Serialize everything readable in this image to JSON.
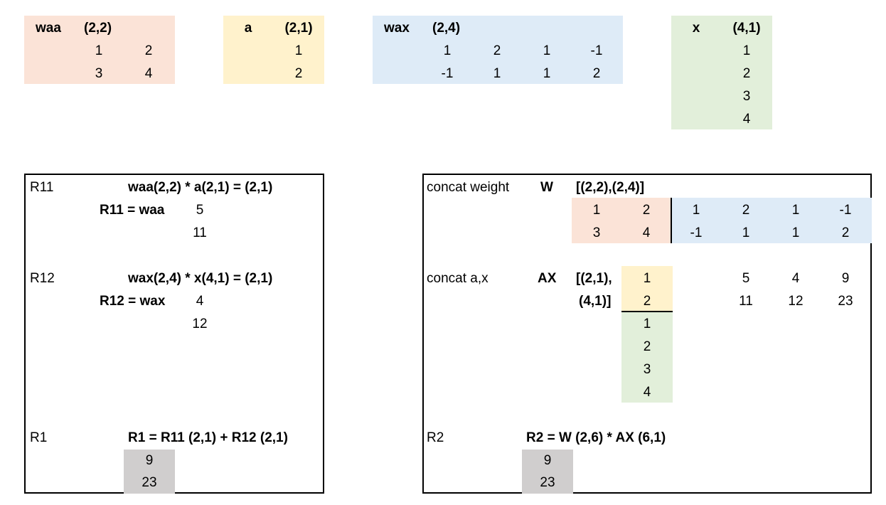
{
  "waa": {
    "name": "waa",
    "shape": "(2,2)",
    "rows": [
      [
        "1",
        "2"
      ],
      [
        "3",
        "4"
      ]
    ]
  },
  "a": {
    "name": "a",
    "shape": "(2,1)",
    "rows": [
      "1",
      "2"
    ]
  },
  "wax": {
    "name": "wax",
    "shape": "(2,4)",
    "rows": [
      [
        "1",
        "2",
        "1",
        "-1"
      ],
      [
        "-1",
        "1",
        "1",
        "2"
      ]
    ]
  },
  "x": {
    "name": "x",
    "shape": "(4,1)",
    "rows": [
      "1",
      "2",
      "3",
      "4"
    ]
  },
  "left": {
    "r11_label": "R11",
    "r11_formula": "waa(2,2) * a(2,1) = (2,1)",
    "r11_eq": "R11 = waa",
    "r11_vals": [
      "5",
      "11"
    ],
    "r12_label": "R12",
    "r12_formula": "wax(2,4) * x(4,1) = (2,1)",
    "r12_eq": "R12 = wax",
    "r12_vals": [
      "4",
      "12"
    ],
    "r1_label": "R1",
    "r1_formula": "R1 = R11 (2,1) + R12 (2,1)",
    "r1_vals": [
      "9",
      "23"
    ]
  },
  "right": {
    "concat_w_label": "concat weight",
    "w_name": "W",
    "w_shape": "[(2,2),(2,4)]",
    "w_left": [
      [
        "1",
        "2"
      ],
      [
        "3",
        "4"
      ]
    ],
    "w_right": [
      [
        "1",
        "2",
        "1",
        "-1"
      ],
      [
        "-1",
        "1",
        "1",
        "2"
      ]
    ],
    "concat_ax_label": "concat a,x",
    "ax_name": "AX",
    "ax_shape_1": "[(2,1),",
    "ax_shape_2": "(4,1)]",
    "ax_a": [
      "1",
      "2"
    ],
    "ax_x": [
      "1",
      "2",
      "3",
      "4"
    ],
    "prod": [
      [
        "5",
        "4",
        "9"
      ],
      [
        "11",
        "12",
        "23"
      ]
    ],
    "r2_label": "R2",
    "r2_formula": "R2 = W (2,6) * AX (6,1)",
    "r2_vals": [
      "9",
      "23"
    ]
  }
}
